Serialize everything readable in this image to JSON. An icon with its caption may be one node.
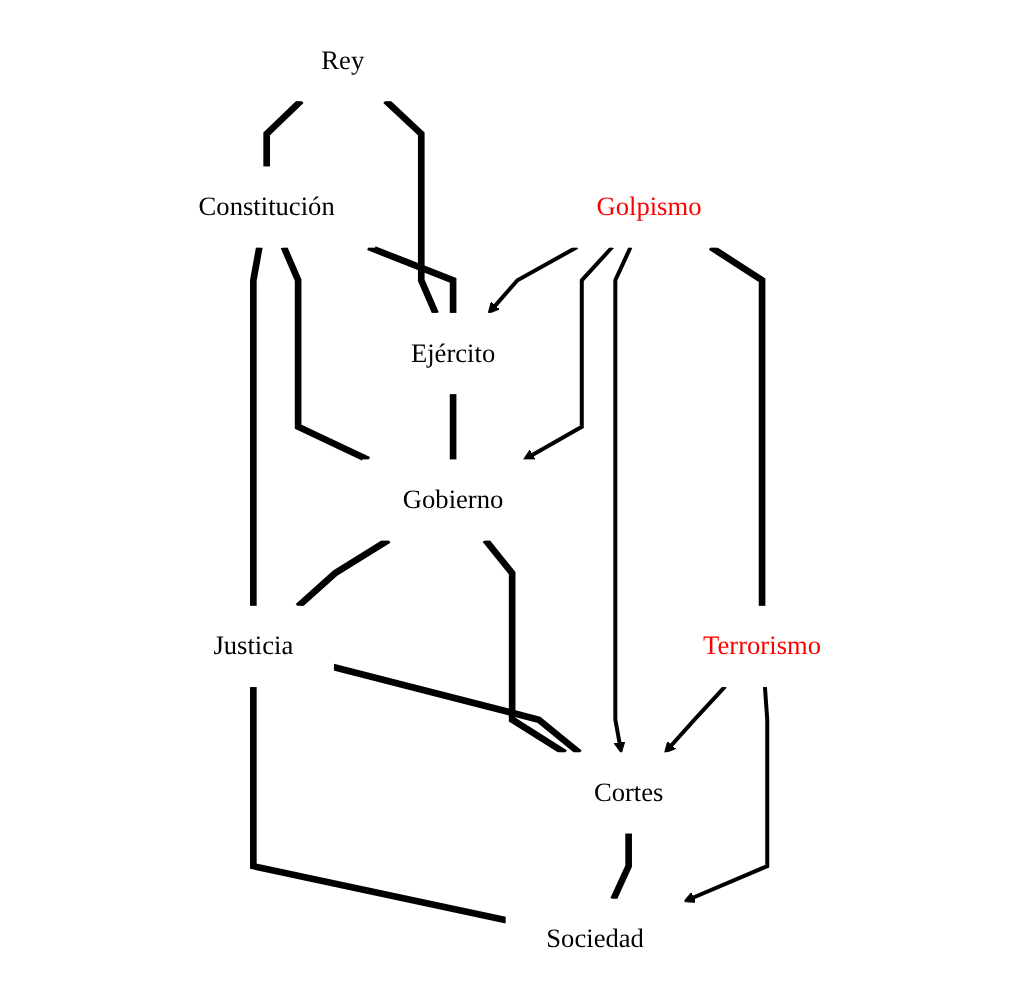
{
  "diagram": {
    "nodes": [
      {
        "text": [
          "Rey"
        ]
      },
      {
        "text": [
          "Constitución"
        ]
      },
      {
        "text": [
          "Ejército"
        ]
      },
      {
        "text": [
          "Gobierno"
        ]
      },
      {
        "text": [
          "Justicia"
        ]
      },
      {
        "text": [
          "Golpismo"
        ]
      },
      {
        "text": [
          "Cortes"
        ]
      },
      {
        "text": [
          "Sociedad"
        ]
      },
      {
        "text": [
          "Terrorismo"
        ]
      }
    ],
    "edges": [
      {
        "from": 0,
        "to": 1,
        "arrow": "none"
      },
      {
        "from": 0,
        "to": 2,
        "arrow": "none"
      },
      {
        "from": 1,
        "to": 2,
        "arrow": "none"
      },
      {
        "from": 1,
        "to": 3,
        "arrow": "none"
      },
      {
        "from": 2,
        "to": 3,
        "arrow": "none"
      },
      {
        "from": 1,
        "to": 4,
        "arrow": "none"
      },
      {
        "from": 3,
        "to": 4,
        "arrow": "none"
      },
      {
        "from": 3,
        "to": 6,
        "arrow": "none"
      },
      {
        "from": 4,
        "to": 6,
        "arrow": "none"
      },
      {
        "from": 4,
        "to": 7,
        "arrow": "none"
      },
      {
        "from": 6,
        "to": 7,
        "arrow": "none"
      },
      {
        "from": 5,
        "to": 2,
        "arrow": "to"
      },
      {
        "from": 5,
        "to": 3,
        "arrow": "to"
      },
      {
        "from": 5,
        "to": 6,
        "arrow": "to"
      },
      {
        "from": 5,
        "to": 8,
        "arrow": "none"
      },
      {
        "from": 8,
        "to": 6,
        "arrow": "to"
      },
      {
        "from": 8,
        "to": 7,
        "arrow": "to"
      }
    ]
  }
}
